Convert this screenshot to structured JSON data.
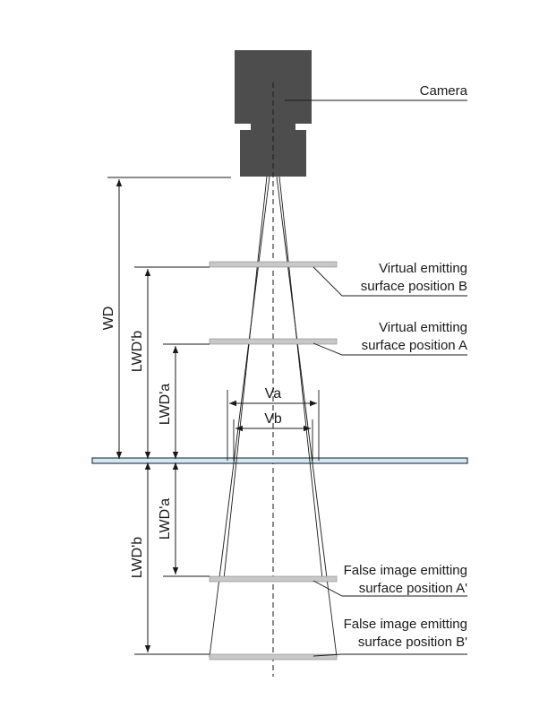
{
  "labels": {
    "camera": "Camera",
    "virtual_b": [
      "Virtual emitting",
      "surface position B"
    ],
    "virtual_a": [
      "Virtual emitting",
      "surface position A"
    ],
    "false_a": [
      "False image emitting",
      "surface position A'"
    ],
    "false_b": [
      "False image emitting",
      "surface position B'"
    ]
  },
  "dimensions": {
    "wd": "WD",
    "lwd_b_upper": "LWD'b",
    "lwd_a_upper": "LWD'a",
    "lwd_a_lower": "LWD'a",
    "lwd_b_lower": "LWD'b",
    "va": "Va",
    "vb": "Vb"
  },
  "colors": {
    "camera_body": "#4d4d4d",
    "surface_bar": "#c8c8c8",
    "water_fill": "#cfe8f5",
    "line": "#1a1a1a"
  }
}
